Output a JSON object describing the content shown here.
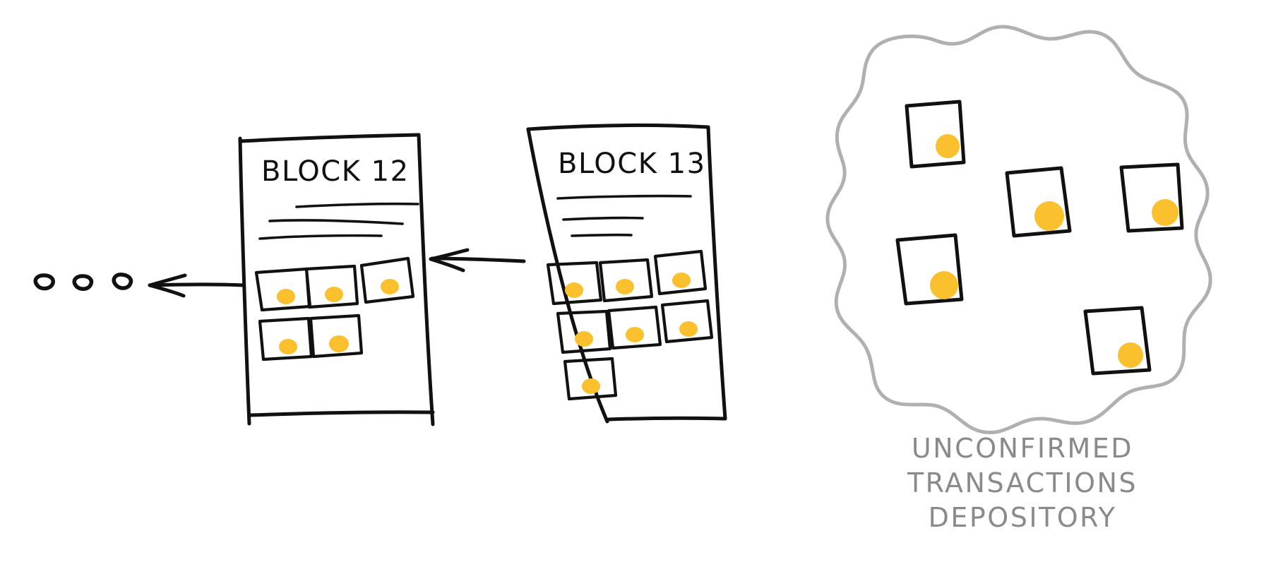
{
  "diagram": {
    "title": "Blockchain with unconfirmed transaction pool",
    "background_color": "#ffffff",
    "ink_color": "#111111",
    "coin_color": "#FBC02D",
    "cloud_color": "#b0b0b0",
    "caption_color": "#8a8a8a"
  },
  "chain": {
    "ellipsis_dots": 3,
    "blocks": [
      {
        "id": "block-12",
        "label": "BLOCK 12",
        "rule_lines": 3,
        "transaction_count": 5,
        "transactions": [
          {
            "index": 1,
            "row": 1,
            "col": 1
          },
          {
            "index": 2,
            "row": 1,
            "col": 2
          },
          {
            "index": 3,
            "row": 1,
            "col": 3
          },
          {
            "index": 4,
            "row": 2,
            "col": 1
          },
          {
            "index": 5,
            "row": 2,
            "col": 2
          }
        ]
      },
      {
        "id": "block-13",
        "label": "BLOCK 13",
        "rule_lines": 3,
        "transaction_count": 7,
        "transactions": [
          {
            "index": 1,
            "row": 1,
            "col": 1
          },
          {
            "index": 2,
            "row": 1,
            "col": 2
          },
          {
            "index": 3,
            "row": 1,
            "col": 3
          },
          {
            "index": 4,
            "row": 2,
            "col": 1
          },
          {
            "index": 5,
            "row": 2,
            "col": 2
          },
          {
            "index": 6,
            "row": 2,
            "col": 3
          },
          {
            "index": 7,
            "row": 3,
            "col": 1
          }
        ]
      }
    ],
    "arrows": [
      {
        "id": "arrow-block12-to-chain",
        "direction": "left",
        "from": "block-12",
        "to": "ellipsis-dots"
      },
      {
        "id": "arrow-block13-to-block12",
        "direction": "left",
        "from": "block-13",
        "to": "block-12"
      }
    ]
  },
  "depository": {
    "id": "unconfirmed-transactions-depository",
    "caption_lines": [
      "UNCONFIRMED",
      "TRANSACTIONS",
      "DEPOSITORY"
    ],
    "caption_full": "UNCONFIRMED TRANSACTIONS DEPOSITORY",
    "transaction_count": 5,
    "transactions": [
      {
        "index": 1,
        "position": "top-left"
      },
      {
        "index": 2,
        "position": "middle-center"
      },
      {
        "index": 3,
        "position": "middle-right"
      },
      {
        "index": 4,
        "position": "left-lower"
      },
      {
        "index": 5,
        "position": "bottom-right"
      }
    ]
  }
}
